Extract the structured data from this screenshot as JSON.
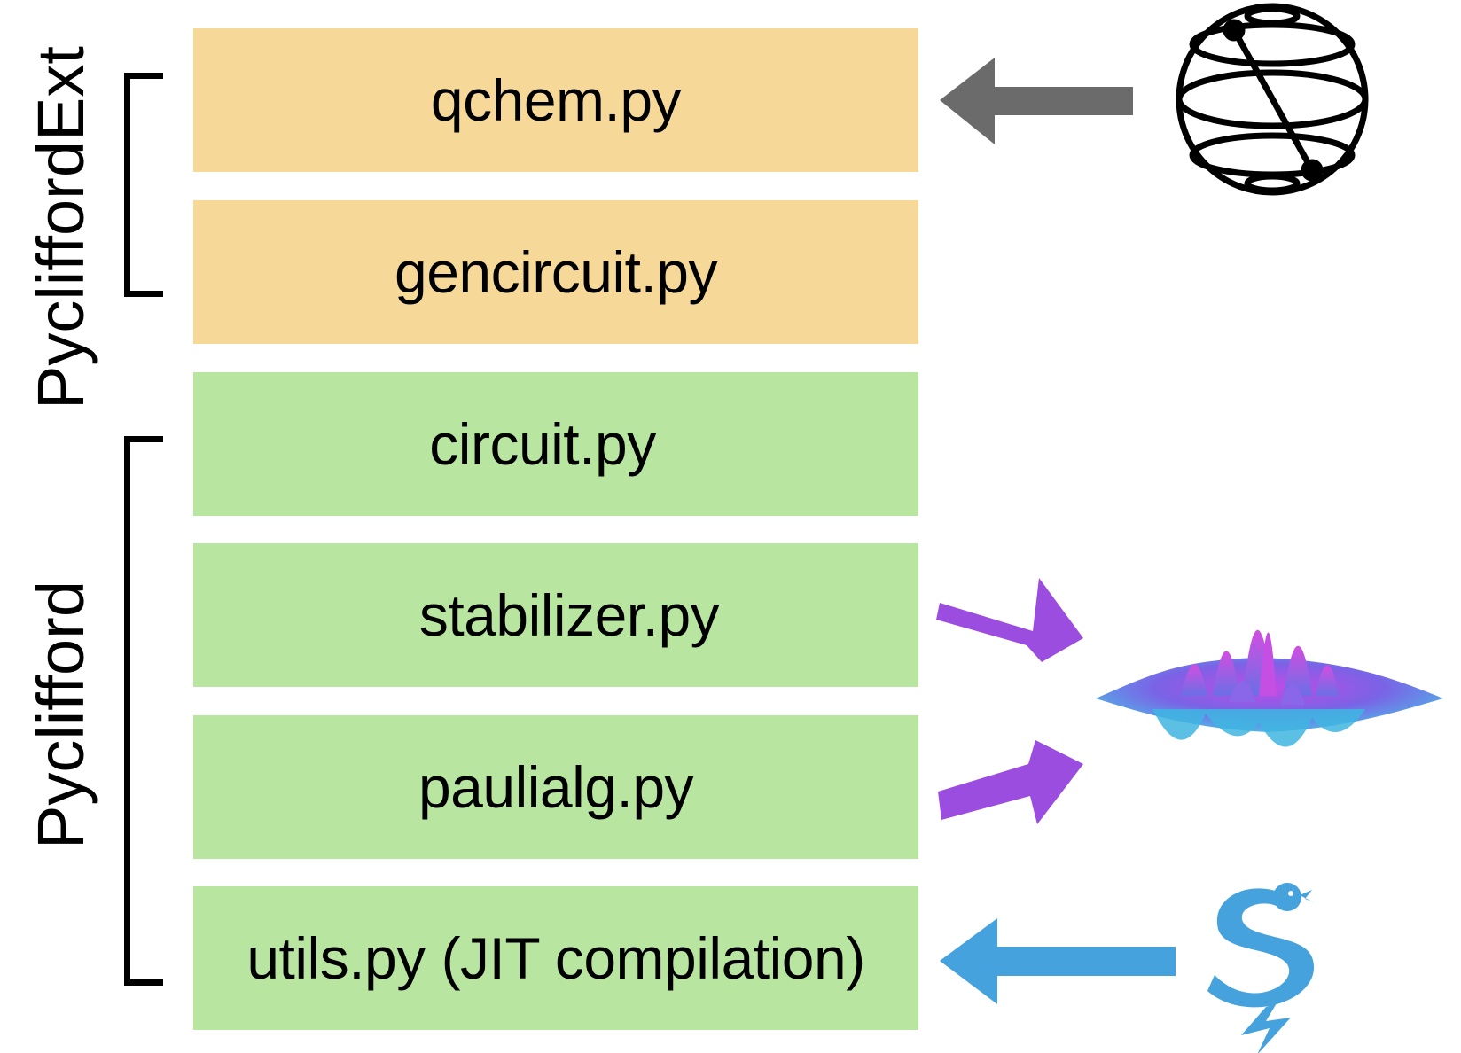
{
  "groups": {
    "ext_label": "PycliffordExt",
    "core_label": "Pyclifford"
  },
  "modules": [
    {
      "label": "qchem.py",
      "group": "ext"
    },
    {
      "label": "gencircuit.py",
      "group": "ext"
    },
    {
      "label": "circuit.py",
      "group": "core"
    },
    {
      "label": "stabilizer.py",
      "group": "core"
    },
    {
      "label": "paulialg.py",
      "group": "core"
    },
    {
      "label": "utils.py (JIT compilation)",
      "group": "core"
    }
  ],
  "icons": {
    "top_right": "bloch-sphere-icon",
    "middle_right": "wavefunction-surface-icon",
    "bottom_right": "numba-snake-icon"
  },
  "colors": {
    "ext_box": "#f6d898",
    "core_box": "#b8e6a0",
    "gray_arrow": "#6b6b6b",
    "purple_arrow": "#9b4de0",
    "blue_arrow": "#46a2dc"
  }
}
